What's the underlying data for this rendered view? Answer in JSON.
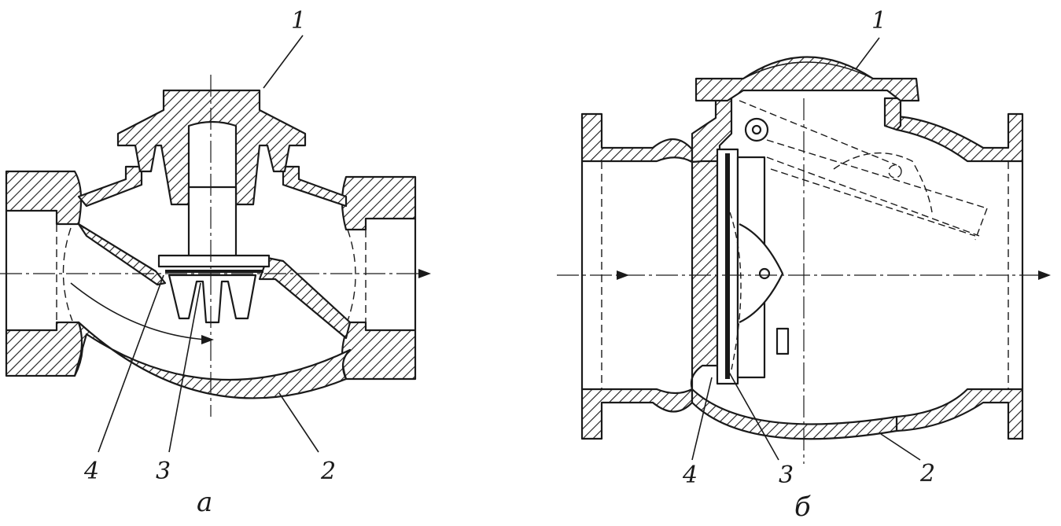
{
  "figure_a": {
    "caption": "а",
    "labels": {
      "l1": "1",
      "l2": "2",
      "l3": "3",
      "l4": "4"
    }
  },
  "figure_b": {
    "caption": "б",
    "labels": {
      "l1": "1",
      "l2": "2",
      "l3": "3",
      "l4": "4"
    }
  },
  "colors": {
    "line": "#1a1a1a",
    "hatch": "#1a1a1a",
    "background": "#ffffff"
  }
}
